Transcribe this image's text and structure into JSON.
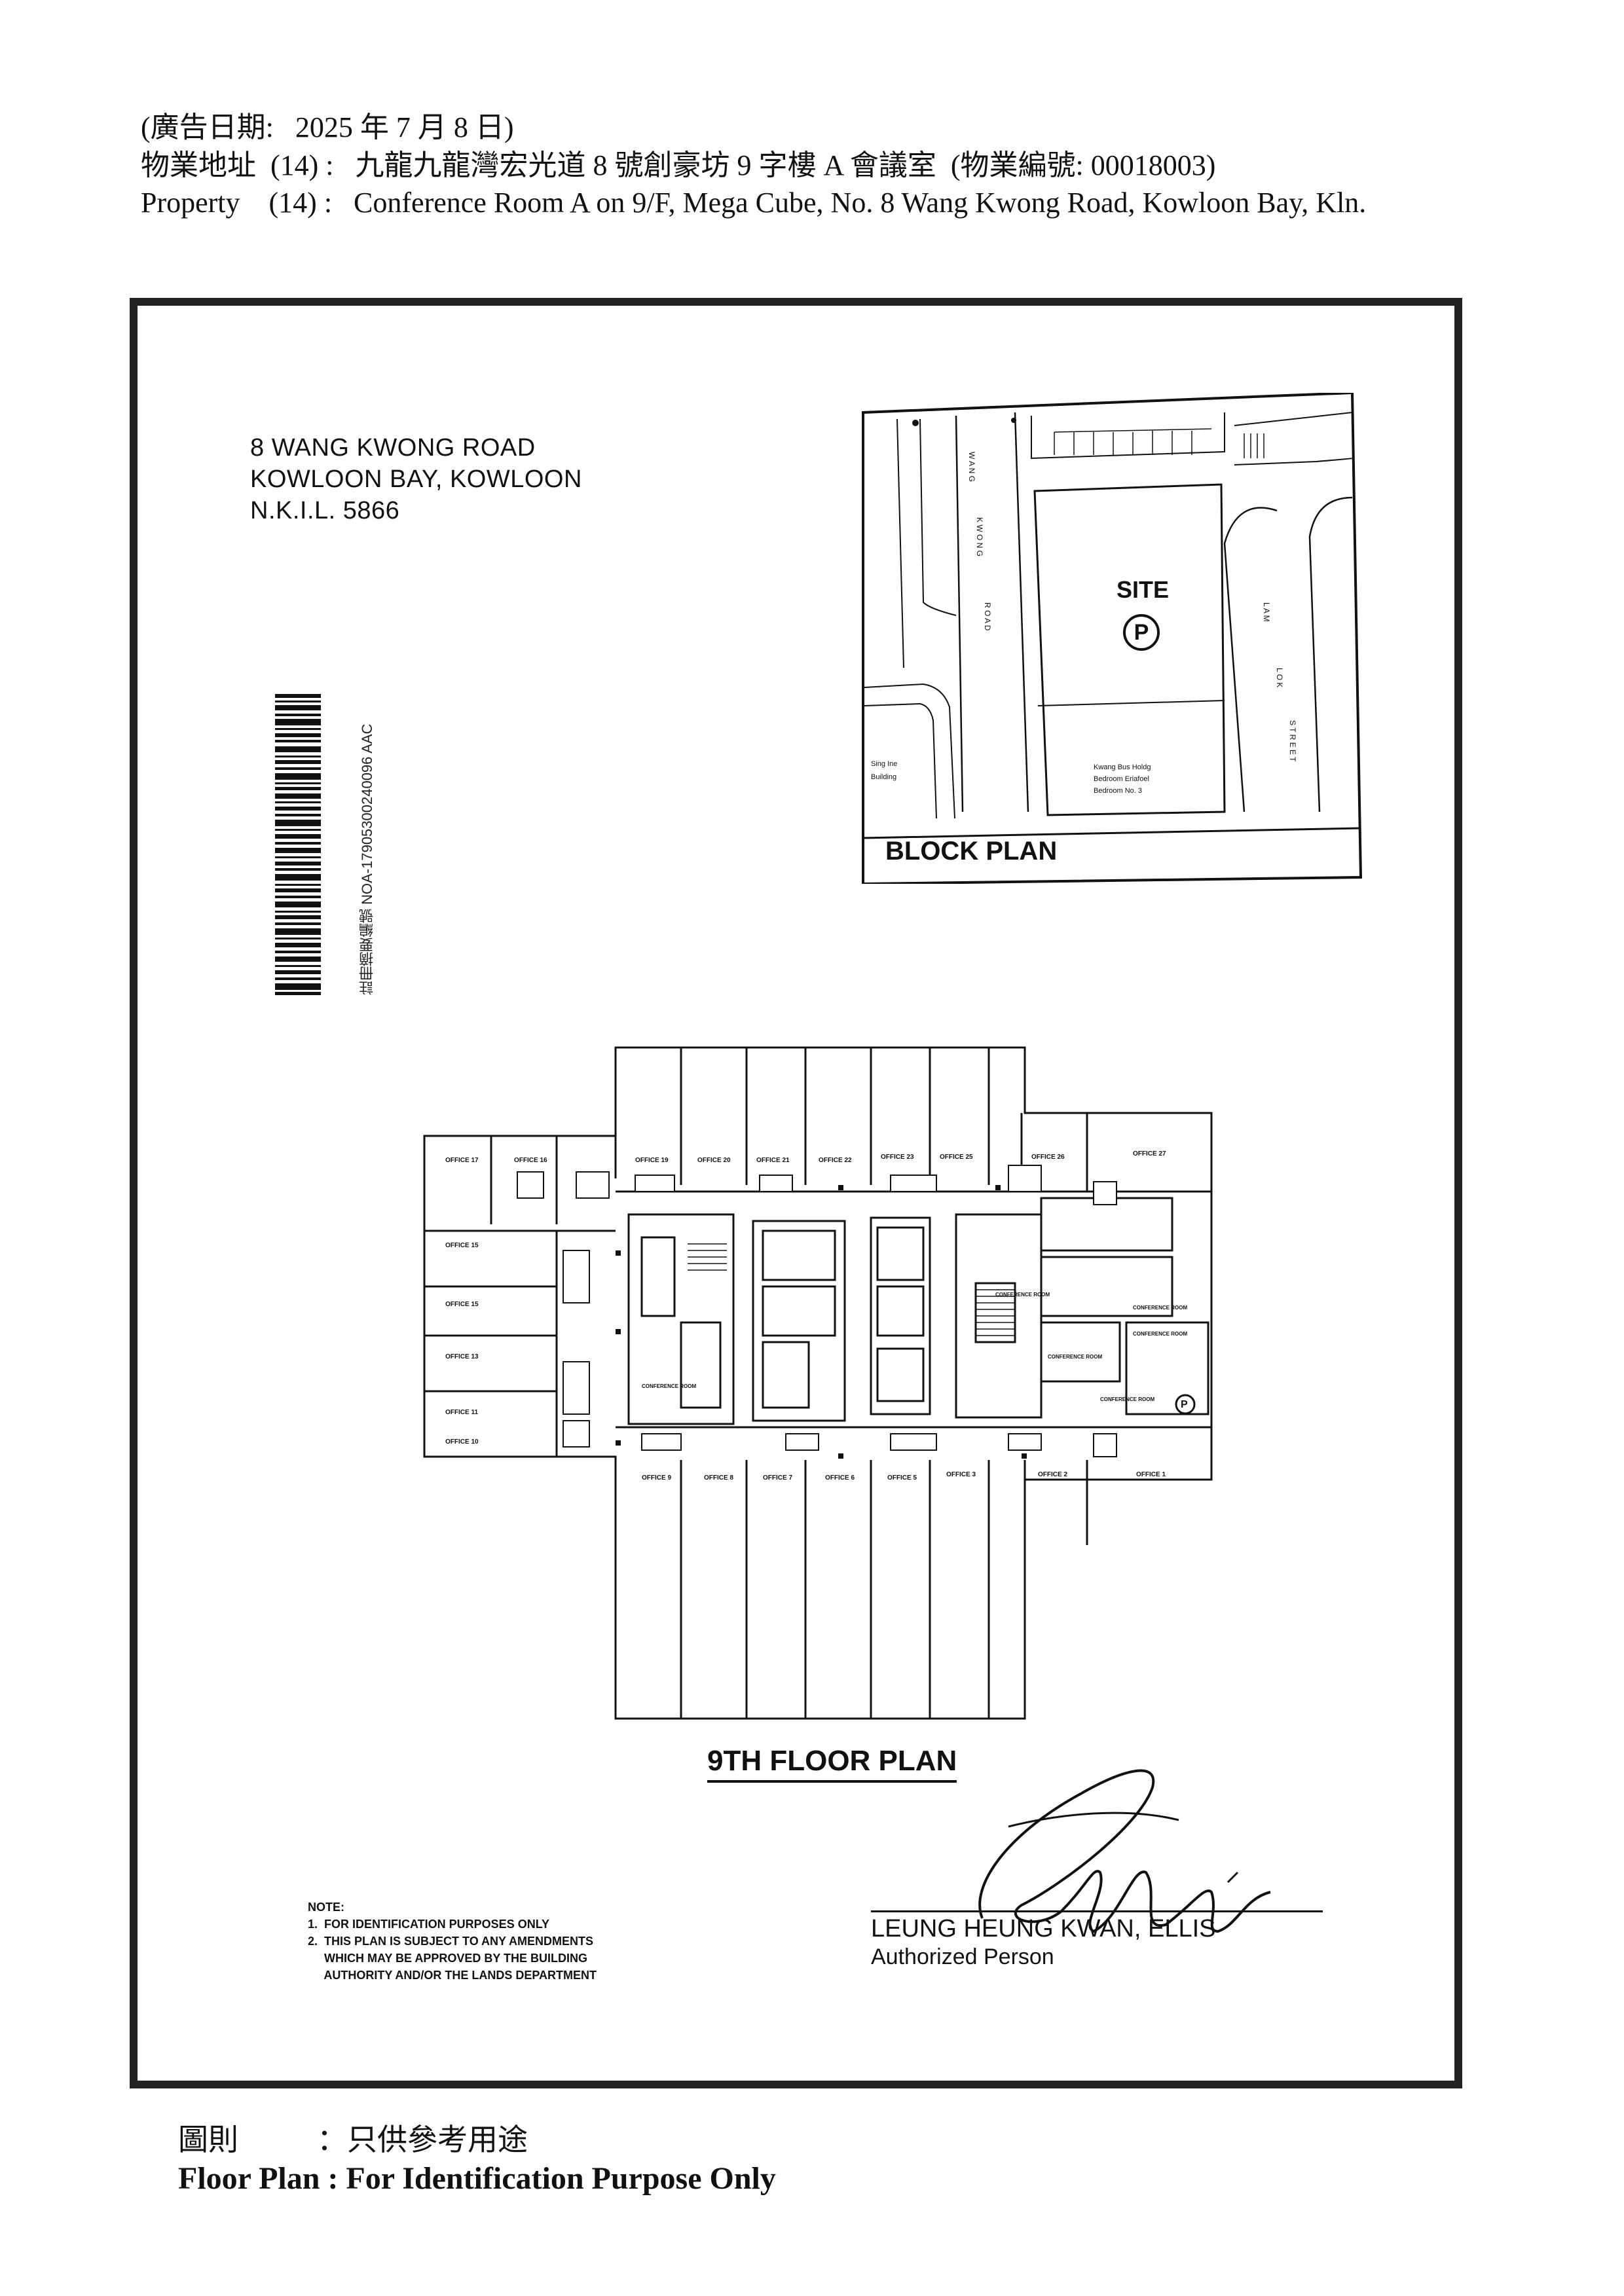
{
  "header": {
    "date_line": "(廣告日期:   2025 年 7 月 8 日)",
    "zh_line": "物業地址  (14) :   九龍九龍灣宏光道 8 號創豪坊 9 字樓 A 會議室  (物業編號: 00018003)",
    "en_line": "Property    (14) :   Conference Room A on 9/F, Mega Cube, No. 8 Wang Kwong Road, Kowloon Bay, Kln."
  },
  "address_block": {
    "line1": "8 WANG KWONG ROAD",
    "line2": "KOWLOON BAY, KOWLOON",
    "line3": "N.K.I.L. 5866"
  },
  "barcode_text": "註冊摘要編號 NOA-17905300240096   AAC",
  "block_plan": {
    "label": "BLOCK PLAN",
    "site": "SITE",
    "parking": "P",
    "road_label": "WANG KWONG ROAD",
    "street_label": "LAM LOK STREET",
    "bldg_left": "Building",
    "bldg_bottom": "Bedroom No. 3"
  },
  "floor_plan": {
    "title": "9TH FLOOR PLAN",
    "top_offices": [
      "OFFICE 17",
      "OFFICE 16",
      "OFFICE 19",
      "OFFICE 20",
      "OFFICE 21",
      "OFFICE 22",
      "OFFICE 23",
      "OFFICE 25",
      "OFFICE 26",
      "OFFICE 27"
    ],
    "left_offices": [
      "OFFICE 15",
      "OFFICE 15",
      "OFFICE 13",
      "OFFICE 11",
      "OFFICE 10"
    ],
    "bottom_offices": [
      "OFFICE 9",
      "OFFICE 8",
      "OFFICE 7",
      "OFFICE 6",
      "OFFICE 5",
      "OFFICE 3",
      "OFFICE 2",
      "OFFICE 1"
    ],
    "conference": [
      "CONFERENCE ROOM",
      "CONFERENCE ROOM",
      "CONFERENCE ROOM",
      "CONFERENCE ROOM",
      "CONFERENCE ROOM",
      "CONFERENCE ROOM"
    ],
    "parking": "P"
  },
  "note": {
    "l1": "NOTE:",
    "l2": "1.  FOR IDENTIFICATION PURPOSES ONLY",
    "l3": "2.  THIS PLAN IS SUBJECT TO ANY AMENDMENTS",
    "l4": "     WHICH MAY BE APPROVED BY THE BUILDING",
    "l5": "     AUTHORITY AND/OR THE LANDS DEPARTMENT"
  },
  "authorized": {
    "name": "LEUNG HEUNG KWAN, ELLIS",
    "role": "Authorized Person"
  },
  "footer": {
    "zh_label": "圖則",
    "zh_value": "：只供參考用途",
    "en": "Floor Plan : For Identification Purpose Only"
  }
}
